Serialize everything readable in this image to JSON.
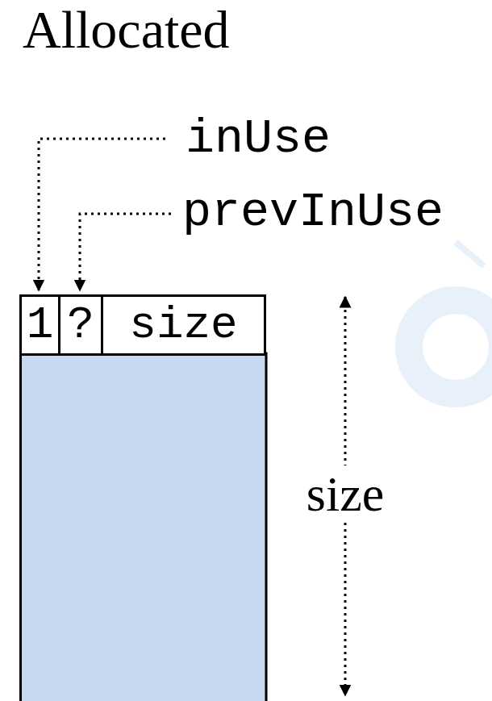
{
  "diagram": {
    "title": "Allocated",
    "nodes": [
      {
        "text": [
          "1"
        ]
      },
      {
        "text": [
          "?"
        ]
      },
      {
        "text": [
          "size"
        ]
      }
    ],
    "labels": [
      "inUse",
      "prevInUse",
      "size"
    ]
  }
}
